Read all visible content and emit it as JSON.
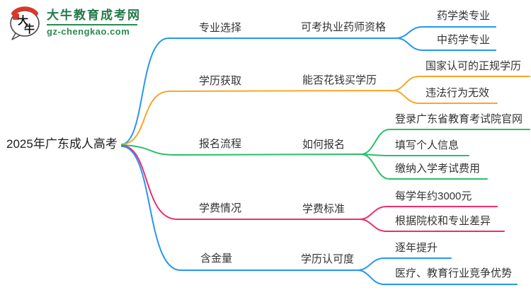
{
  "logo": {
    "site_name": "大牛教育成考网",
    "site_url": "gz-chengkao.com",
    "bubble_char1": "大",
    "bubble_char2": "牛"
  },
  "root": {
    "label": "2025年广东成人高考"
  },
  "colors": {
    "blue": "#2696f2",
    "orange": "#f8a727",
    "green": "#2dbd69",
    "pink": "#ee2c6e",
    "brand_green": "#237a48",
    "seal_red": "#d7392c"
  },
  "branches": [
    {
      "label": "专业选择",
      "color": "#2696f2",
      "topic": {
        "label": "可考执业药师资格"
      },
      "children": [
        {
          "label": "药学类专业"
        },
        {
          "label": "中药学专业"
        }
      ]
    },
    {
      "label": "学历获取",
      "color": "#f8a727",
      "topic": {
        "label": "能否花钱买学历"
      },
      "children": [
        {
          "label": "国家认可的正规学历"
        },
        {
          "label": "违法行为无效"
        }
      ]
    },
    {
      "label": "报名流程",
      "color": "#2dbd69",
      "topic": {
        "label": "如何报名"
      },
      "children": [
        {
          "label": "登录广东省教育考试院官网"
        },
        {
          "label": "填写个人信息"
        },
        {
          "label": "缴纳入学考试费用"
        }
      ]
    },
    {
      "label": "学费情况",
      "color": "#ee2c6e",
      "topic": {
        "label": "学费标准"
      },
      "children": [
        {
          "label": "每学年约3000元"
        },
        {
          "label": "根据院校和专业差异"
        }
      ]
    },
    {
      "label": "含金量",
      "color": "#2696f2",
      "topic": {
        "label": "学历认可度"
      },
      "children": [
        {
          "label": "逐年提升"
        },
        {
          "label": "医疗、教育行业竞争优势"
        }
      ]
    }
  ]
}
